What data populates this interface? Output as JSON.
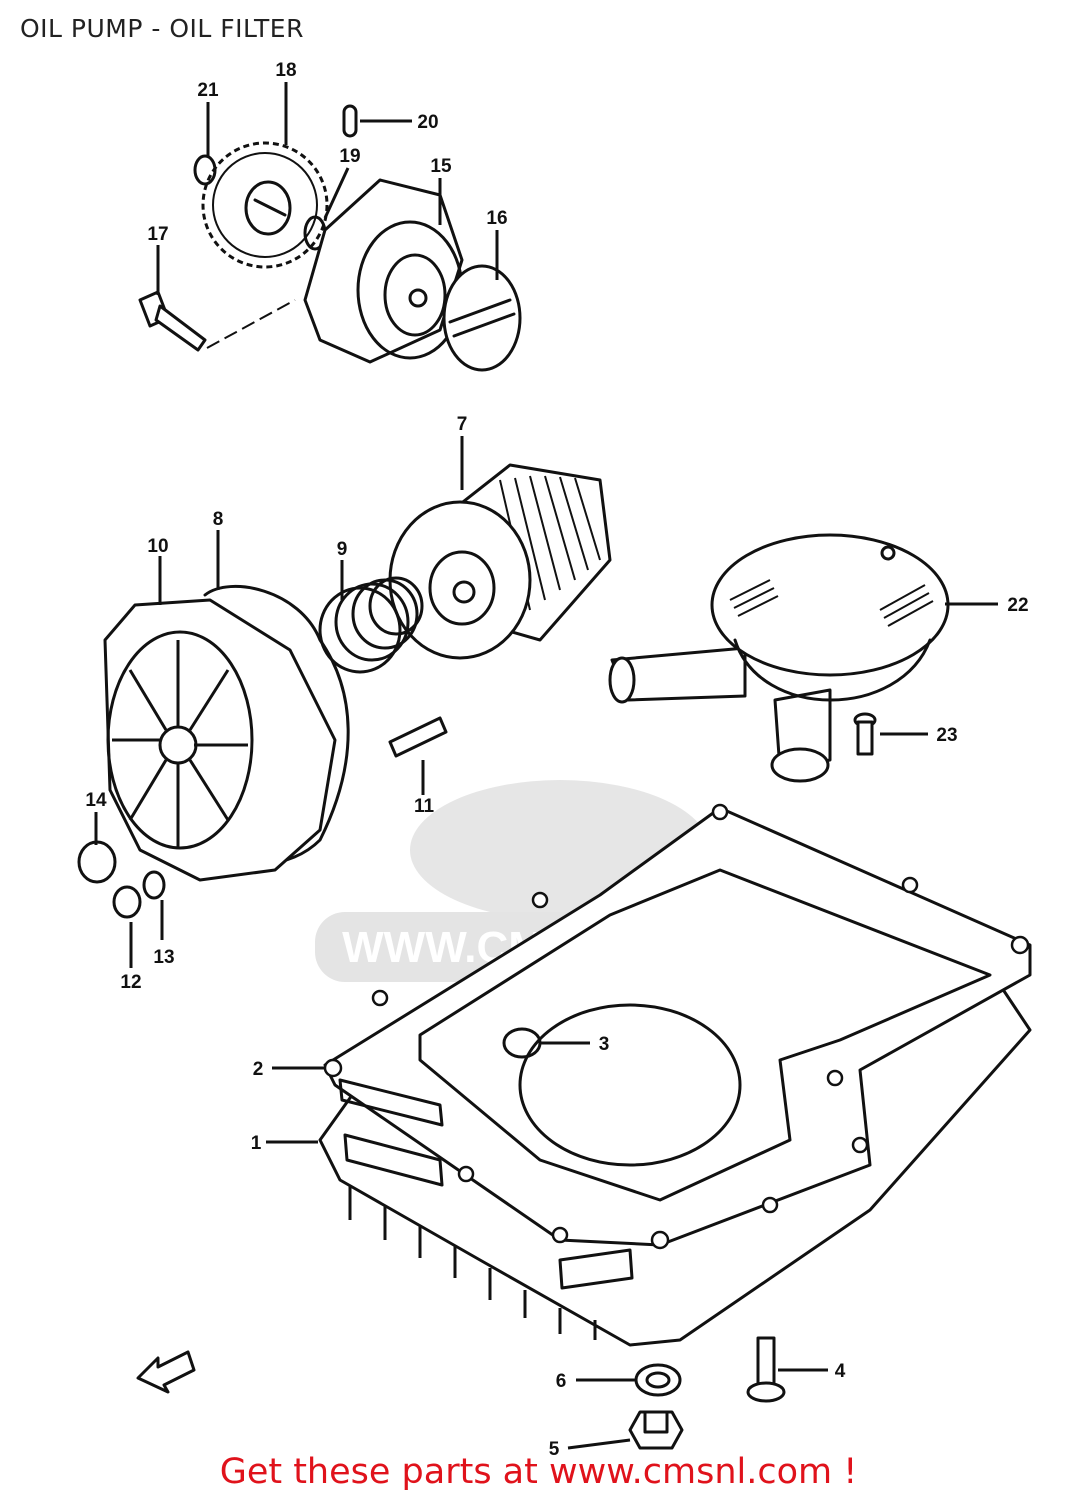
{
  "title": "OIL PUMP - OIL FILTER",
  "watermark": "www.cmsnl.com",
  "footer": "Get these parts at www.cmsnl.com !",
  "colors": {
    "footer": "#e0121b",
    "ink": "#111111",
    "watermark": "#d6d6d6"
  },
  "callouts": {
    "c1": "1",
    "c2": "2",
    "c3": "3",
    "c4": "4",
    "c5": "5",
    "c6": "6",
    "c7": "7",
    "c8": "8",
    "c9": "9",
    "c10": "10",
    "c11": "11",
    "c12": "12",
    "c13": "13",
    "c14": "14",
    "c15": "15",
    "c16": "16",
    "c17": "17",
    "c18": "18",
    "c19": "19",
    "c20": "20",
    "c21": "21",
    "c22": "22",
    "c23": "23"
  },
  "icons": {
    "front_arrow": "front-arrow-icon"
  }
}
